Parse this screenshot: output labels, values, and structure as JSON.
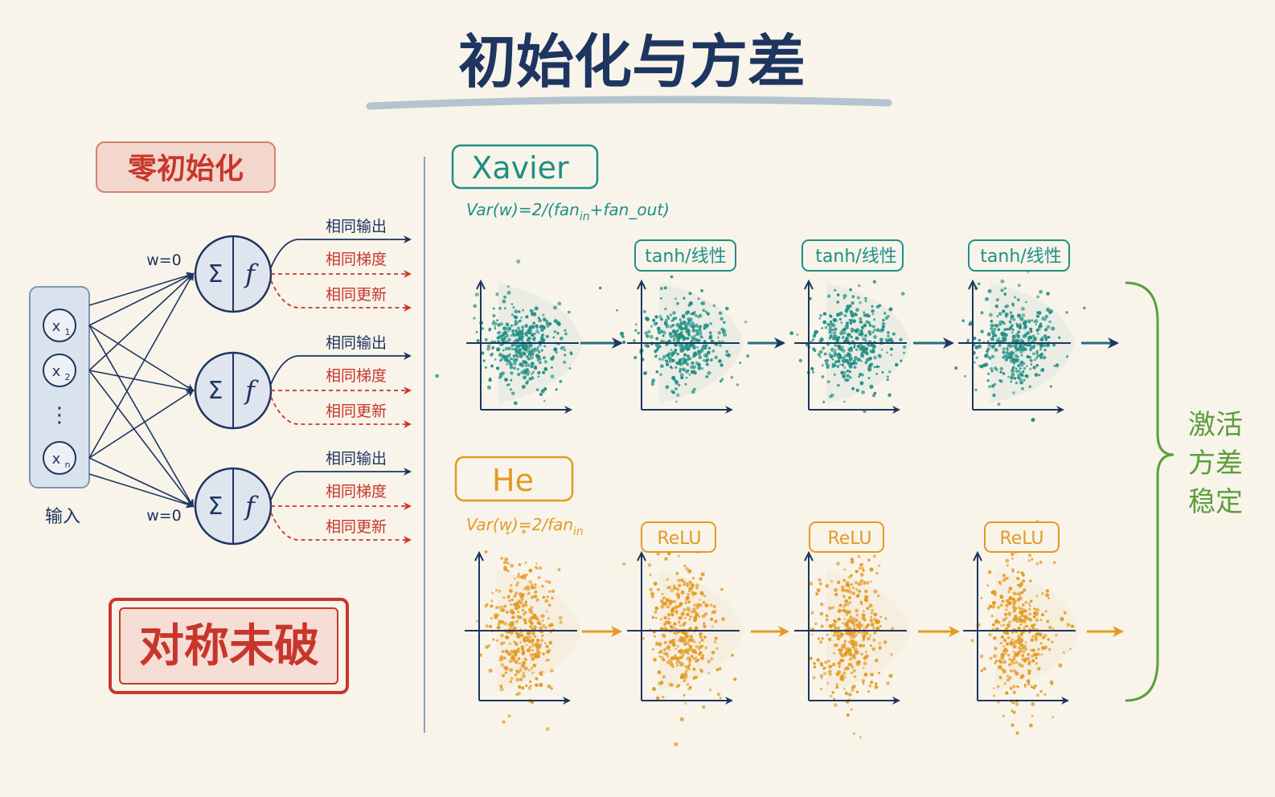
{
  "title": "初始化与方差",
  "zero_init": {
    "label": "零初始化",
    "inputs": [
      "x",
      "x",
      "⋮",
      "x"
    ],
    "input_subscripts": [
      "1",
      "2",
      "",
      "n"
    ],
    "inputs_label": "输入",
    "weight_top": "w=0",
    "weight_bottom": "w=0",
    "neuron_sum": "Σ",
    "neuron_f": "f",
    "outputs": [
      [
        "相同输出",
        "相同梯度",
        "相同更新"
      ],
      [
        "相同输出",
        "相同梯度",
        "相同更新"
      ],
      [
        "相同输出",
        "相同梯度",
        "相同更新"
      ]
    ],
    "stamp": "对称未破"
  },
  "xavier": {
    "label": "Xavier",
    "formula_prefix": "Var(w)=2/(fan",
    "formula_sub": "in",
    "formula_suffix": "+fan_out)",
    "layer_tags": [
      "tanh/线性",
      "tanh/线性",
      "tanh/线性"
    ]
  },
  "he": {
    "label": "He",
    "formula_prefix": "Var(w)=2/fan",
    "formula_sub": "in",
    "layer_tags": [
      "ReLU",
      "ReLU",
      "ReLU"
    ]
  },
  "conclusion": [
    "激活",
    "方差",
    "稳定"
  ],
  "colors": {
    "navy": "#1e3560",
    "red": "#c8362b",
    "red_bg": "#f3d6cc",
    "teal": "#1f8f86",
    "orange": "#e39a22",
    "green": "#5c9e3e",
    "input_box": "#d9e3ee",
    "neuron": "#dfe5ee"
  }
}
